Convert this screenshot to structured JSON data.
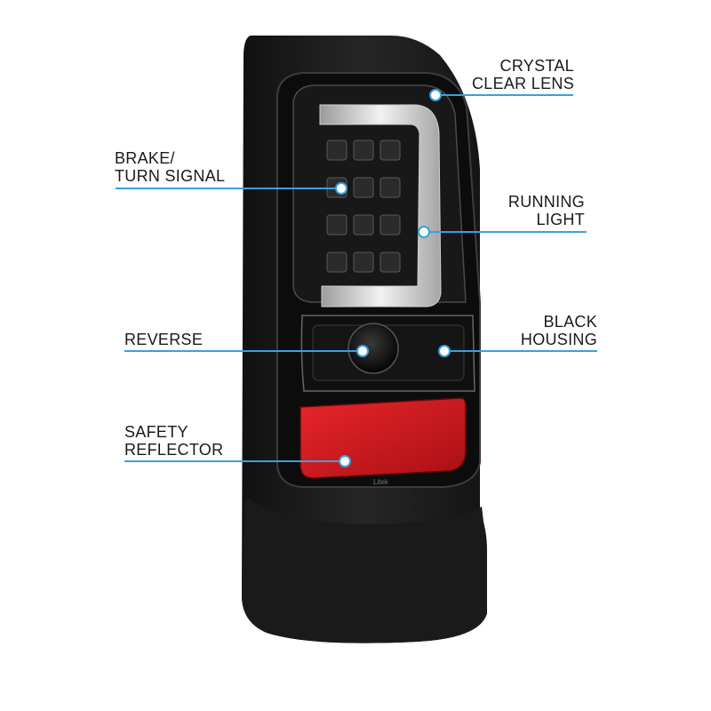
{
  "colors": {
    "leader_line": "#3aa0dc",
    "marker_fill": "#ffffff",
    "marker_stroke": "#3aa0dc",
    "housing": "#1b1b1b",
    "reflector": "#d4161c",
    "light_bar": "#e6e6e6"
  },
  "callouts": {
    "crystal_clear_lens": {
      "line1": "CRYSTAL",
      "line2": "CLEAR LENS"
    },
    "brake_turn_signal": {
      "line1": "BRAKE/",
      "line2": "TURN SIGNAL"
    },
    "running_light": {
      "line1": "RUNNING",
      "line2": "LIGHT"
    },
    "reverse": {
      "line1": "REVERSE"
    },
    "black_housing": {
      "line1": "BLACK",
      "line2": "HOUSING"
    },
    "safety_reflector": {
      "line1": "SAFETY",
      "line2": "REFLECTOR"
    }
  },
  "product": {
    "brand_mark": "Litek"
  }
}
